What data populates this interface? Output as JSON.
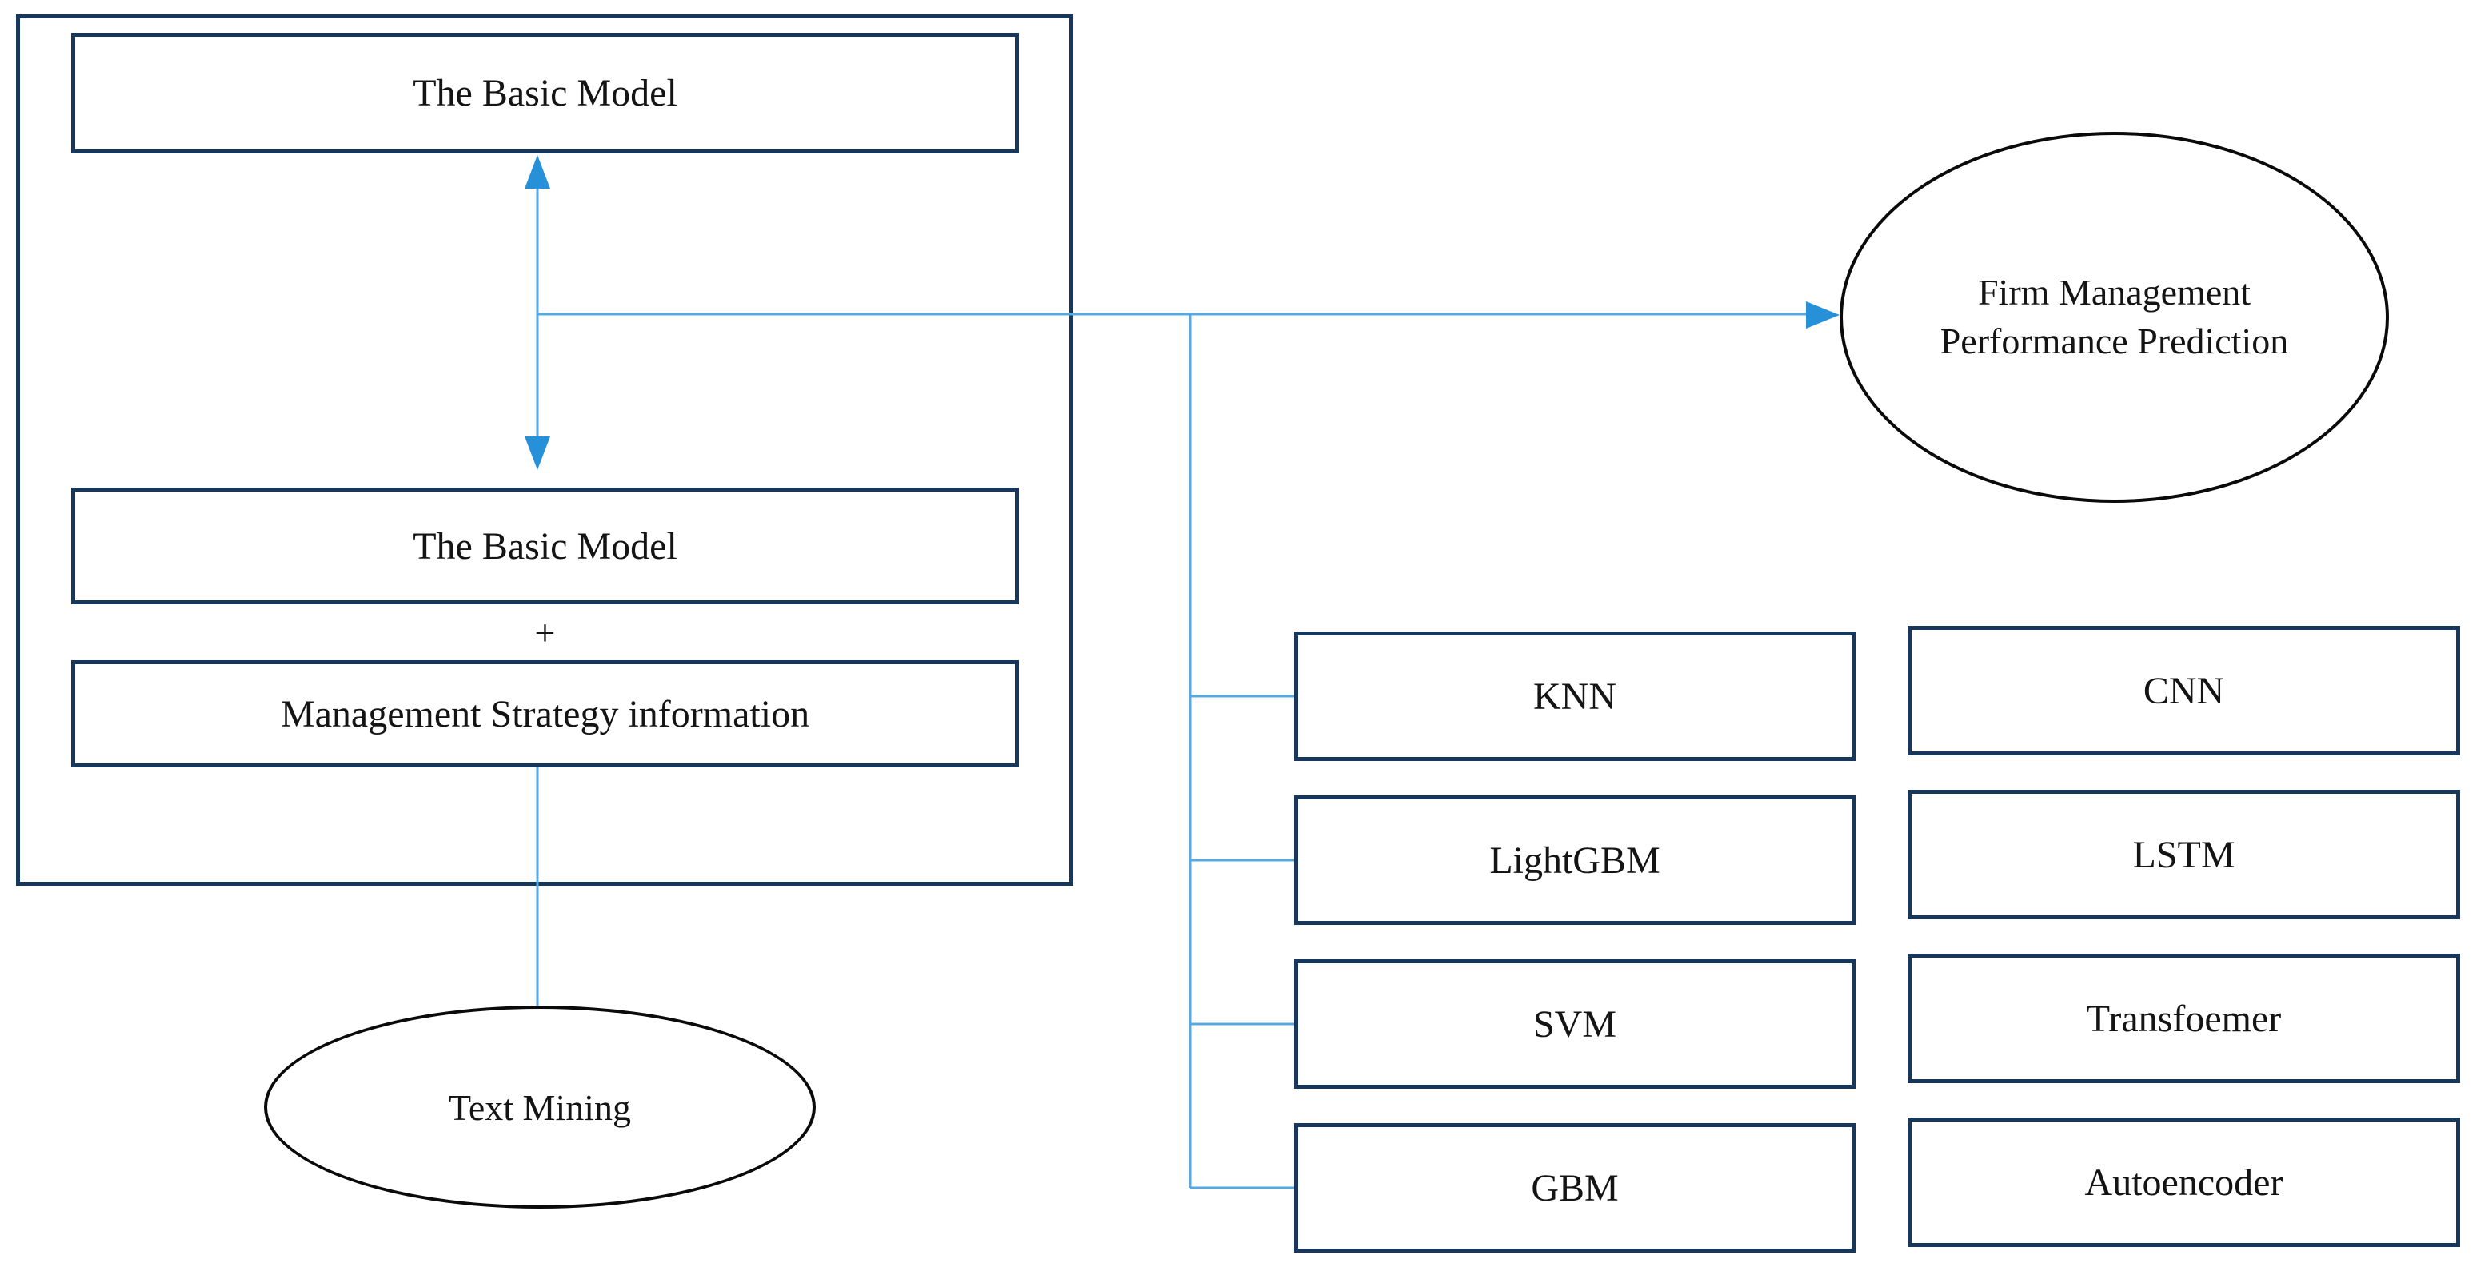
{
  "figure": {
    "description": "Flowchart of the basic model combined with management strategy information via text mining, feeding firm management performance prediction using machine learning and deep learning models"
  },
  "nodes": {
    "basic_model_top": {
      "label": "The Basic Model"
    },
    "basic_model_combined": {
      "label": "The Basic Model"
    },
    "plus_operator": {
      "label": "+"
    },
    "management_strategy": {
      "label": "Management Strategy information"
    },
    "text_mining": {
      "label": "Text Mining"
    },
    "firm_prediction": {
      "label": "Firm Management Performance Prediction"
    }
  },
  "model_grid": {
    "left_column": [
      {
        "label": "KNN"
      },
      {
        "label": "LightGBM"
      },
      {
        "label": "SVM"
      },
      {
        "label": "GBM"
      }
    ],
    "right_column": [
      {
        "label": "CNN"
      },
      {
        "label": "LSTM"
      },
      {
        "label": "Transfoemer"
      },
      {
        "label": "Autoencoder"
      }
    ]
  },
  "colors": {
    "connector_line": "#55a8e2",
    "arrow_head": "#2690d9",
    "border_navy": "#17375d",
    "shape_outline": "#0a0a0a",
    "text_color": "#141414"
  }
}
